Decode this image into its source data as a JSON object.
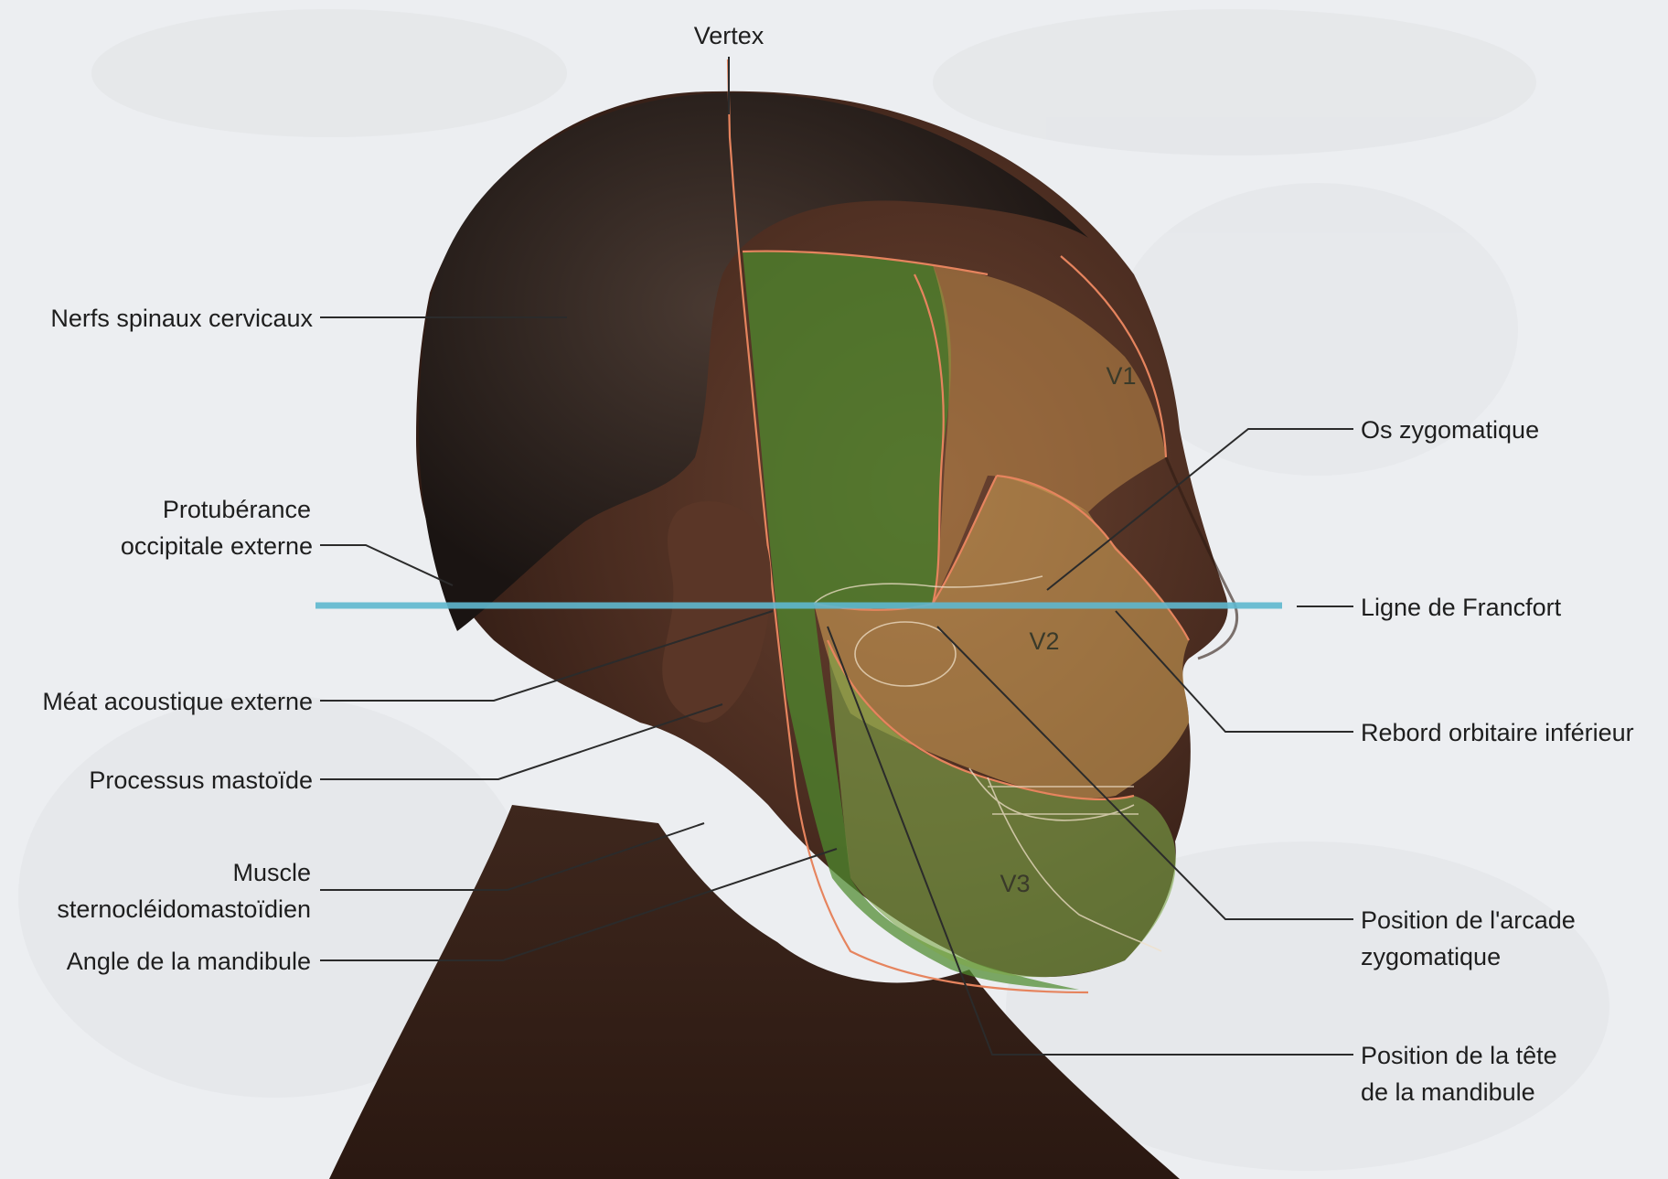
{
  "labels": {
    "vertex": "Vertex",
    "nerfs_spinaux": "Nerfs spinaux cervicaux",
    "protuberance_1": "Protubérance",
    "protuberance_2": "occipitale externe",
    "meat": "Méat acoustique externe",
    "processus": "Processus mastoïde",
    "muscle_1": "Muscle",
    "muscle_2": "sternocléidomastoïdien",
    "angle": "Angle de la mandibule",
    "os_zygo": "Os zygomatique",
    "ligne": "Ligne de Francfort",
    "rebord": "Rebord orbitaire inférieur",
    "arcade_1": "Position de l'arcade",
    "arcade_2": "zygomatique",
    "tete_1": "Position de la tête",
    "tete_2": "de la mandibule"
  },
  "zones": {
    "v1": "V1",
    "v2": "V2",
    "v3": "V3"
  },
  "colors": {
    "francfort_line": "#5fb8cf",
    "zone_green": "#5f9a3a",
    "zone_orange": "#d9a85a",
    "outline": "#e27a5a",
    "skin": "#4a2e22"
  }
}
